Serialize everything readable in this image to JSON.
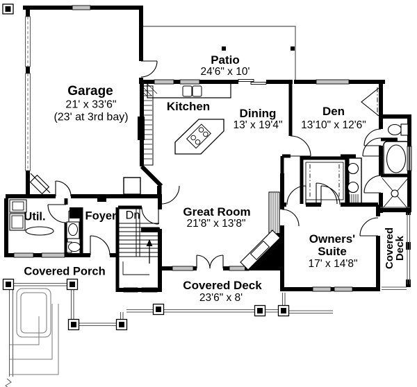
{
  "rooms": {
    "garage": {
      "name": "Garage",
      "dim1": "21' x 33'6\"",
      "dim2": "(23' at 3rd bay)"
    },
    "patio": {
      "name": "Patio",
      "dim": "24'6\" x 10'"
    },
    "kitchen": {
      "name": "Kitchen"
    },
    "dining": {
      "name": "Dining",
      "dim": "13' x 19'4\""
    },
    "den": {
      "name": "Den",
      "dim": "13'10\" x 12'6\""
    },
    "util": {
      "name": "Util."
    },
    "foyer": {
      "name": "Foyer"
    },
    "stairs": {
      "label": "Dn"
    },
    "great_room": {
      "name": "Great Room",
      "dim": "21'8\" x 13'8\""
    },
    "owners_suite": {
      "name": "Owners' Suite",
      "dim": "17' x 14'8\""
    },
    "covered_porch": {
      "name": "Covered Porch"
    },
    "covered_deck": {
      "name": "Covered Deck",
      "dim": "23'6\" x 8'"
    },
    "covered_deck_right": {
      "name": "Covered Deck"
    }
  },
  "colors": {
    "wall": "#000000",
    "thin_line": "#555555",
    "window_fill": "#c4c4c4",
    "background": "#ffffff"
  }
}
